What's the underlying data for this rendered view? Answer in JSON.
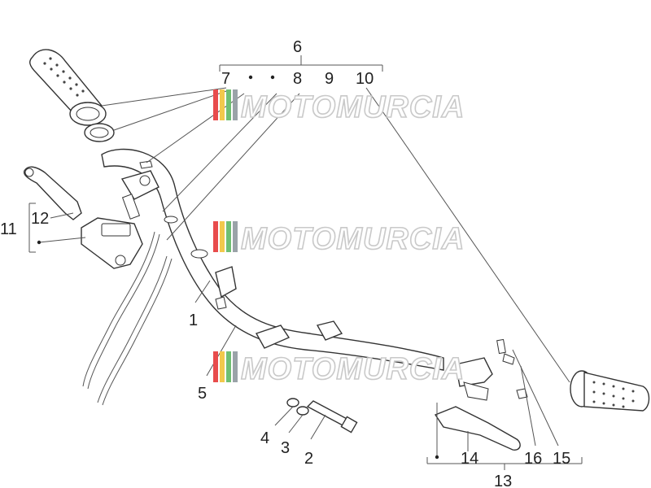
{
  "watermark": {
    "text": "MOTOMURCIA"
  },
  "callouts": [
    {
      "id": "1",
      "label": "1"
    },
    {
      "id": "2",
      "label": "2"
    },
    {
      "id": "3",
      "label": "3"
    },
    {
      "id": "4",
      "label": "4"
    },
    {
      "id": "5",
      "label": "5"
    },
    {
      "id": "6",
      "label": "6"
    },
    {
      "id": "7",
      "label": "7"
    },
    {
      "id": "8",
      "label": "8"
    },
    {
      "id": "9",
      "label": "9"
    },
    {
      "id": "10",
      "label": "10"
    },
    {
      "id": "11",
      "label": "11"
    },
    {
      "id": "12",
      "label": "12"
    },
    {
      "id": "13",
      "label": "13"
    },
    {
      "id": "14",
      "label": "14"
    },
    {
      "id": "15",
      "label": "15"
    },
    {
      "id": "16",
      "label": "16"
    }
  ],
  "colors": {
    "stripe_red": "#e84c4c",
    "stripe_yellow": "#f2c94c",
    "stripe_green": "#6fbf73",
    "stripe_gray": "#9aa3a8"
  }
}
